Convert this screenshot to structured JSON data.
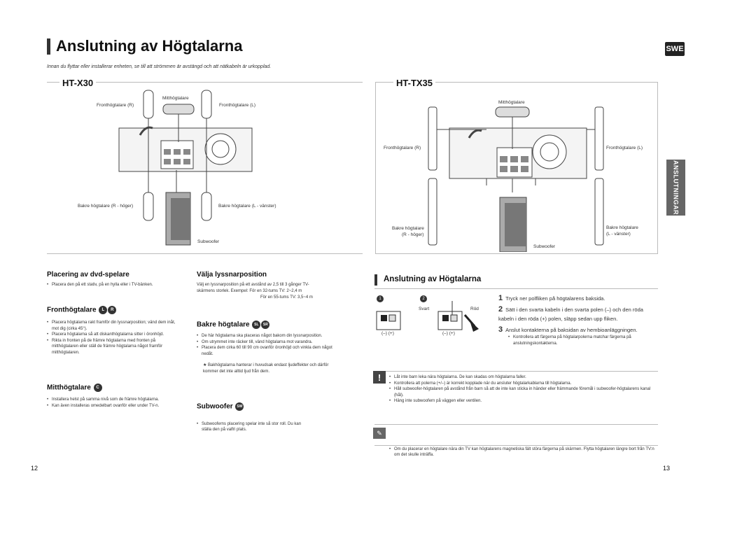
{
  "page": {
    "title": "Anslutning av Högtalarna",
    "lang_tag": "SWE",
    "intro": "Innan du flyttar eller installerar enheten, se till att strömmen är avstängd och att nätkabeln är urkopplad.",
    "side_tab": "ANSLUTNINGAR",
    "page_left": "12",
    "page_right": "13"
  },
  "ht_x30": {
    "label": "HT-X30",
    "center": "Mitthögtalare",
    "front_r": "Fronthögtalare (R)",
    "front_l": "Fronthögtalare (L)",
    "rear_r": "Bakre högtalare (R - höger)",
    "rear_l": "Bakre högtalare (L - vänster)",
    "subwoofer": "Subwoofer"
  },
  "ht_tx35": {
    "label": "HT-TX35",
    "center": "Mitthögtalare",
    "front_r": "Fronthögtalare (R)",
    "front_l": "Fronthögtalare (L)",
    "rear_r_1": "Bakre högtalare",
    "rear_r_2": "(R - höger)",
    "rear_l_1": "Bakre högtalare",
    "rear_l_2": "(L - vänster)",
    "subwoofer": "Subwoofer"
  },
  "left_col": {
    "placement_title": "Placering av dvd-spelare",
    "placement_text": "Placera den på ett stativ, på en hylla eller i TV-bänken.",
    "front_title": "Fronthögtalare",
    "front_badges": [
      "L",
      "R"
    ],
    "front_bullets": [
      "Placera högtalarna rakt framför din lyssnarposition; vänd dem inåt, mot dig (cirka 45°).",
      "Placera högtalarna så att diskanthögtalarna sitter i öronhöjd.",
      "Rikta in fronten på de främre högtalarna med fronten på mitthögtalaren eller ställ de främre högtalarna något framför mitthögtalaren."
    ],
    "center_title": "Mitthögtalare",
    "center_badge": "C",
    "center_bullets": [
      "Installera helst på samma nivå som de främre högtalarna.",
      "Kan även installeras omedelbart ovanför eller under TV-n."
    ]
  },
  "mid_col": {
    "listen_title": "Välja lyssnarposition",
    "listen_text": "Välj en lyssnarposition på ett avstånd av 2,5 till 3 gånger TV-skärmens storlek. Exempel: För en 32-tums TV: 2~2,4 m",
    "listen_text2": "För en 55-tums TV: 3,5~4 m",
    "rear_title": "Bakre högtalare",
    "rear_badges": [
      "SL",
      "SR"
    ],
    "rear_bullets": [
      "De här högtalarna ska placeras något bakom din lyssnarposition.",
      "Om utrymmet inte räcker till, vänd högtalarna mot varandra.",
      "Placera dem cirka 60 till 90 cm ovanför öronhöjd och vinkla dem något nedåt."
    ],
    "rear_note": "Bakhögtalarna hanterar i huvudsak endast ljudeffekter och därför kommer det inte alltid ljud från dem.",
    "sub_title": "Subwoofer",
    "sub_badge": "SW",
    "sub_bullets": [
      "Subwooferns placering spelar inte så stor roll. Du kan ställa den på valfri plats."
    ]
  },
  "right_col": {
    "title": "Anslutning av Högtalarna",
    "fig1": "1",
    "fig2": "2",
    "svart": "Svart",
    "rod": "Röd",
    "minus_plus": "(–)  (+)",
    "steps": [
      {
        "n": "1",
        "text": "Tryck ner polfliken på högtalarens baksida."
      },
      {
        "n": "2",
        "text": "Sätt i den svarta kabeln i den svarta polen (–) och den röda kabeln i den röda (+) polen, släpp sedan upp fliken."
      },
      {
        "n": "3",
        "text": "Anslut kontakterna på baksidan av hembioanläggningen."
      }
    ],
    "step3_sub": "Kontrollera att färgerna på högtalarpolerna matchar färgerna på anslutningskontakterna.",
    "caution": [
      "Låt inte barn leka nära högtalarna. De kan skadas om högtalarna faller.",
      "Kontrollera att polerna (+/–) är korrekt kopplade när du ansluter högtalarkablarna till högtalarna.",
      "Håll subwoofer-högtalaren på avstånd från barn så att de inte kan sticka in händer eller främmande föremål i subwoofer-högtalarens kanal (hål).",
      "Häng inte subwoofern på väggen eller ventilen."
    ],
    "note": "Om du placerar en högtalare nära din TV kan högtalarens magnetiska fält störa färgerna på skärmen. Flytta högtalaren längre bort från TV:n om det skulle inträffa."
  }
}
